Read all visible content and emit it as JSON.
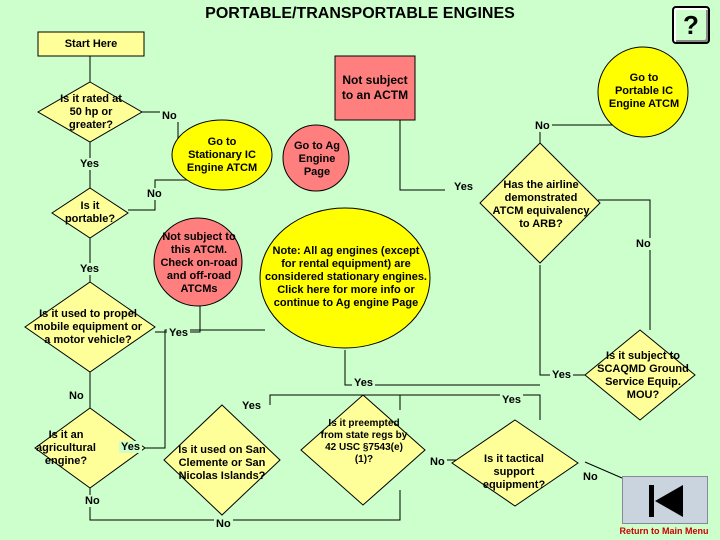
{
  "title": "PORTABLE/TRANSPORTABLE ENGINES",
  "help_symbol": "?",
  "nodes": {
    "start": "Start Here",
    "rated": "Is it rated at 50 hp or greater?",
    "portable": "Is it portable?",
    "propel": "Is it used to propel mobile equipment or a motor vehicle?",
    "agricultural": "Is it an agricultural engine?",
    "not_subject": "Not subject to an ACTM",
    "stationary": "Go to Stationary IC Engine ATCM",
    "ag_page": "Go to Ag Engine Page",
    "not_subject_check": "Not subject to this ATCM. Check on-road and off-road ATCMs",
    "note": "Note: All ag engines (except for rental equipment) are considered stationary engines. Click here for more info or continue to Ag engine Page",
    "portable_atcm": "Go to Portable IC Engine ATCM",
    "airline": "Has the airline demonstrated ATCM equivalency to ARB?",
    "scaqmd": "Is it subject to SCAQMD Ground Service Equip. MOU?",
    "preempted": "Is it preempted from state regs by 42 USC §7543(e)(1)?",
    "san_clemente": "Is it used on San Clemente or San Nicolas Islands?",
    "tactical": "Is it tactical support equipment?"
  },
  "edge_labels": {
    "rated_no": "No",
    "rated_yes": "Yes",
    "portable_no": "No",
    "portable_yes": "Yes",
    "propel_yes": "Yes",
    "propel_no": "No",
    "agri_yes": "Yes",
    "agri_no": "No",
    "airline_yes": "Yes",
    "airline_no": "No",
    "portable_atcm_no": "No",
    "scaqmd_yes": "Yes",
    "preempted_yes": "Yes",
    "preempted_no": "No",
    "sanclemente_yes": "Yes",
    "tactical_yes": "Yes",
    "tactical_no": "No",
    "sanclemente_no": "No"
  },
  "return_label": "Return to Main Menu",
  "colors": {
    "background": "#ccffcc",
    "decision": "#ffff99",
    "goto": "#ffff00",
    "not_subject": "#ff7f7f",
    "note_circle": "#ffff00",
    "ag_circle": "#ff7f7f",
    "portable_atcm": "#ffff00",
    "return_text": "#cc0000"
  }
}
